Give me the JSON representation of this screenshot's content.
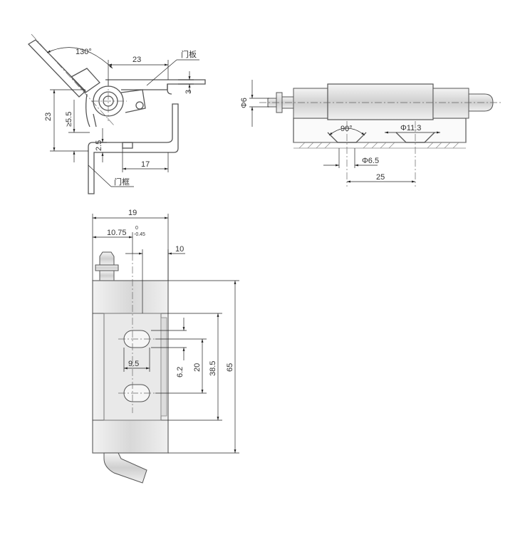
{
  "side_view": {
    "angle_label": "130°",
    "dim_top_width": "23",
    "dim_plate_thickness": "3",
    "dim_left_height": "23",
    "dim_min_offset": "≥5.5",
    "dim_gap": "2.5",
    "dim_bottom_width": "17",
    "label_door_panel": "门板",
    "label_door_frame": "门框"
  },
  "top_view": {
    "dim_pin_diameter": "Φ6",
    "dim_countersink_angle": "90°",
    "dim_countersink_diameter": "Φ11.3",
    "dim_hole_diameter": "Φ6.5",
    "dim_hole_spacing": "25"
  },
  "front_view": {
    "dim_overall_width": "19",
    "dim_hole_offset": "10.75",
    "dim_tolerance_upper": "0",
    "dim_tolerance_lower": "-0.45",
    "dim_leaf_width": "10",
    "dim_slot_width": "9.5",
    "dim_slot_height": "6.2",
    "dim_slot_pitch": "20",
    "dim_leaf_length": "38.5",
    "dim_overall_length": "65"
  }
}
